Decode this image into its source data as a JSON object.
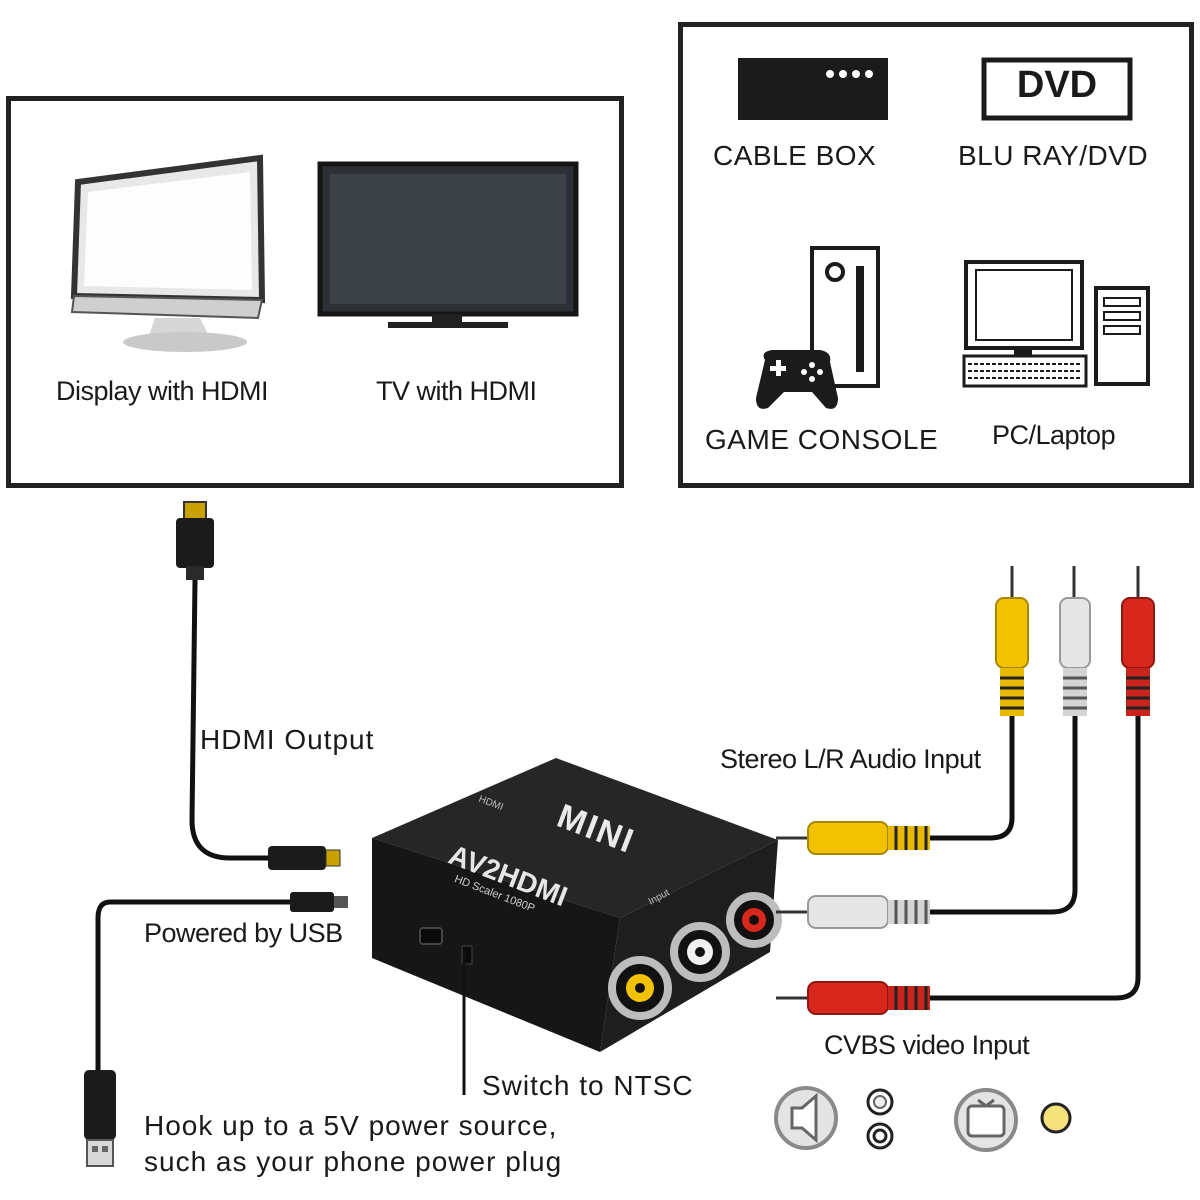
{
  "outputs_panel": {
    "items": [
      {
        "label": "Display with HDMI",
        "icon": "computer-monitor-icon"
      },
      {
        "label": "TV with HDMI",
        "icon": "tv-icon"
      }
    ]
  },
  "sources_panel": {
    "items": [
      {
        "label": "CABLE BOX",
        "icon": "cable-box-icon"
      },
      {
        "label": "BLU RAY/DVD",
        "icon": "dvd-player-icon",
        "icon_text": "DVD"
      },
      {
        "label": "GAME CONSOLE",
        "icon": "game-console-icon"
      },
      {
        "label": "PC/Laptop",
        "icon": "desktop-pc-icon"
      }
    ]
  },
  "converter": {
    "brand": "MINI",
    "model": "AV2HDMI",
    "subtitle": "HD Scaler 1080P",
    "port_hdmi": "HDMI",
    "port_input": "Input"
  },
  "annotations": {
    "hdmi_output": "HDMI Output",
    "powered_by_usb": "Powered by USB",
    "stereo_audio": "Stereo L/R Audio Input",
    "cvbs_video": "CVBS video Input",
    "switch_ntsc": "Switch to NTSC",
    "power_line1": "Hook up to a 5V power source,",
    "power_line2": "such as your phone power plug"
  },
  "colors": {
    "yellow_plug": "#f2c200",
    "white_plug": "#e6e6e6",
    "red_plug": "#d8281e",
    "device_body": "#1b1b1b"
  },
  "legend_icons": [
    "speaker-icon",
    "audio-jacks-icon",
    "video-screen-icon",
    "video-jack-icon"
  ]
}
